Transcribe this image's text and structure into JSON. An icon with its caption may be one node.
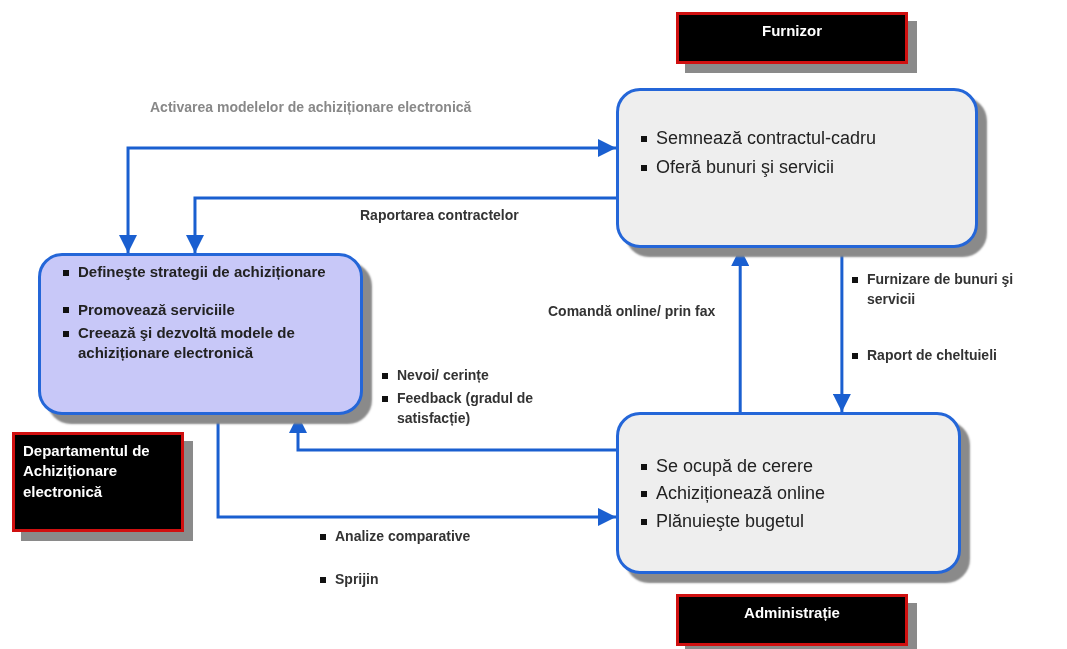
{
  "diagram": {
    "nodes": [
      {
        "text": [
          "Furnizor"
        ]
      },
      {
        "text": [
          "Semnează contractul-cadru",
          "Oferă bunuri şi servicii"
        ]
      },
      {
        "text": [
          "Defineşte strategii de achiziționare",
          "Promovează serviciile",
          "Creează şi dezvoltă modele de achiziționare electronică"
        ]
      },
      {
        "text": [
          "Departamentul de Achiziționare electronică"
        ]
      },
      {
        "text": [
          "Se ocupă de cerere",
          "Achiziționează online",
          "Plănuieşte bugetul"
        ]
      },
      {
        "text": [
          "Administrație"
        ]
      }
    ],
    "edges": [
      {
        "from": 2,
        "to": 1,
        "arrow": "both",
        "label": "Activarea modelelor de achiziționare electronică"
      },
      {
        "from": 1,
        "to": 2,
        "arrow": "to",
        "label": "Raportarea contractelor"
      },
      {
        "from": 4,
        "to": 1,
        "arrow": "to",
        "label": "Comandă online/ prin fax"
      },
      {
        "from": 1,
        "to": 4,
        "arrow": "to",
        "label": "Furnizare de bunuri şi servicii"
      },
      {
        "from": 4,
        "to": 2,
        "arrow": "to",
        "label": "Nevoi/ cerințe"
      },
      {
        "from": 2,
        "to": 4,
        "arrow": "to",
        "label": "Analize comparative"
      }
    ],
    "labels": [
      "Raport de cheltuieli",
      "Feedback (gradul de satisfacție)",
      "Sprijin"
    ]
  }
}
